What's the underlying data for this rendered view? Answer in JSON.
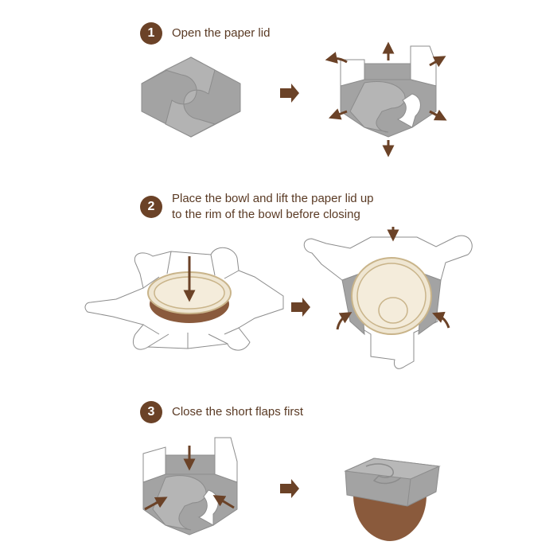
{
  "steps": [
    {
      "number": "1",
      "lines": [
        "Open the paper lid"
      ]
    },
    {
      "number": "2",
      "lines": [
        "Place the bowl and lift the paper lid up",
        "to the rim of the bowl before closing"
      ]
    },
    {
      "number": "3",
      "lines": [
        "Close the short flaps first"
      ]
    }
  ],
  "colors": {
    "accent_brown": "#6b4227",
    "paper_gray": "#a3a3a3",
    "paper_white": "#ffffff",
    "outline": "#8c8c8c",
    "bowl_cream": "#efe6d2",
    "bowl_brown": "#8a5a3c"
  }
}
